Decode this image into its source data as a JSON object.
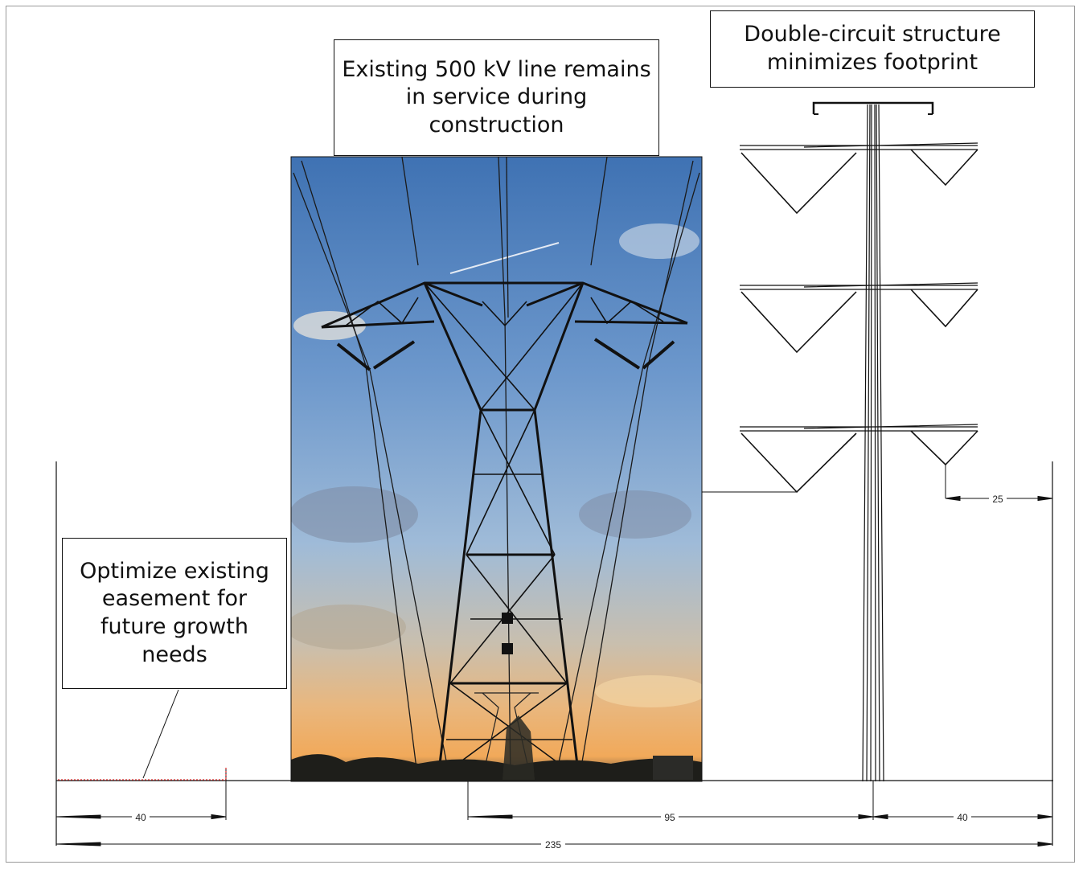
{
  "callouts": {
    "existing_line": "Existing 500 kV line remains in service during construction",
    "double_circuit": "Double-circuit structure minimizes footprint",
    "easement": "Optimize existing easement for future growth needs"
  },
  "dimensions": {
    "left_easement": "40",
    "existing_to_new": "95",
    "right_easement": "40",
    "clearance": "25",
    "total_row": "235"
  },
  "photo": {
    "subject": "lattice-transmission-tower-at-sunset",
    "sky_colors": [
      "#4d80bf",
      "#8fb0d6",
      "#dbb894",
      "#f2b871"
    ]
  },
  "colors": {
    "easement_marker": "#e03030",
    "linework": "#111111"
  }
}
